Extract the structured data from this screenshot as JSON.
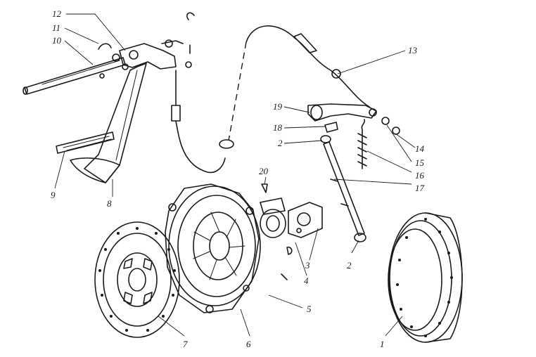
{
  "callouts": {
    "c1": "1",
    "c2a": "2",
    "c2b": "2",
    "c3": "3",
    "c4": "4",
    "c5": "5",
    "c6": "6",
    "c7": "7",
    "c8": "8",
    "c9": "9",
    "c10": "10",
    "c11": "11",
    "c12": "12",
    "c13": "13",
    "c14": "14",
    "c15": "15",
    "c16": "16",
    "c17": "17",
    "c18": "18",
    "c19": "19",
    "c20": "20"
  }
}
